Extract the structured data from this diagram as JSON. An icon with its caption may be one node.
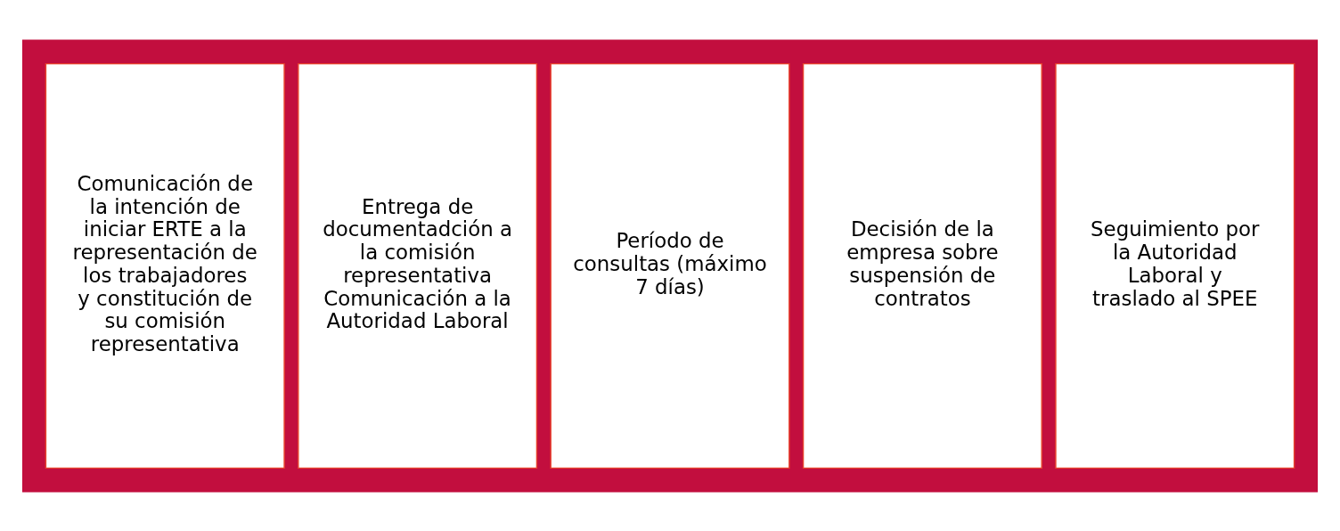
{
  "diagram": {
    "nodes": [
      {
        "text": [],
        "shape": "box"
      },
      {
        "text": [
          "Comunicación de la intención de iniciar ERTE a la representación de los trabajadores y constitución de su comisión representativa"
        ],
        "in": 0
      },
      {
        "text": [
          "Entrega de documentadción a la comisión representativa Comunicación a la Autoridad Laboral"
        ],
        "in": 0
      },
      {
        "text": [
          "Período de consultas (máximo 7 días)"
        ],
        "in": 0
      },
      {
        "text": [
          "Decisión de la empresa sobre suspensión de contratos"
        ],
        "in": 0
      },
      {
        "text": [
          "Seguimiento por la Autoridad Laboral y traslado al SPEE"
        ],
        "in": 0
      }
    ],
    "edges": []
  }
}
